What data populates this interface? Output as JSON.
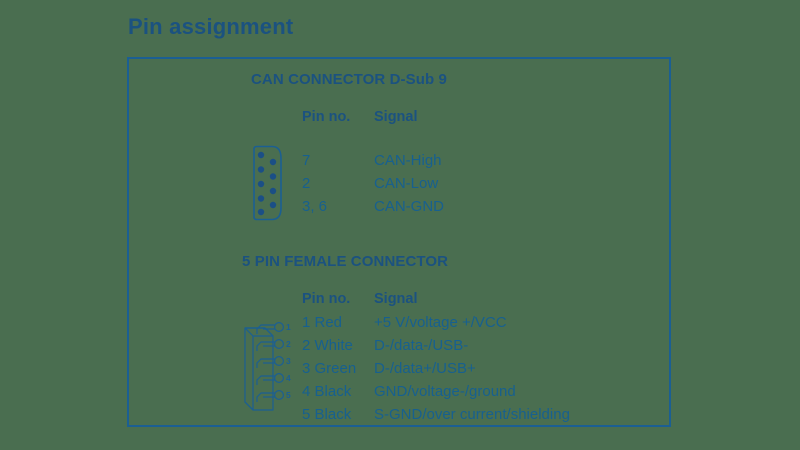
{
  "page": {
    "title": "Pin assignment",
    "accent_color": "#1b5f93",
    "text_color": "#17608f",
    "heading_color": "#1b5280",
    "background_color": "#4a6e50"
  },
  "can_section": {
    "heading": "CAN CONNECTOR D-Sub 9",
    "columns": {
      "pin": "Pin no.",
      "signal": "Signal"
    },
    "connector_icon": "dsub9-connector-icon",
    "rows": [
      {
        "pin": "7",
        "signal": "CAN-High"
      },
      {
        "pin": "2",
        "signal": "CAN-Low"
      },
      {
        "pin": "3, 6",
        "signal": "CAN-GND"
      }
    ]
  },
  "pin5_section": {
    "heading": "5 PIN FEMALE CONNECTOR",
    "columns": {
      "pin": "Pin no.",
      "signal": "Signal"
    },
    "connector_icon": "five-pin-female-connector-icon",
    "pin_labels": [
      "1",
      "2",
      "3",
      "4",
      "5"
    ],
    "rows": [
      {
        "pin": "1 Red",
        "signal": "+5 V/voltage +/VCC"
      },
      {
        "pin": "2 White",
        "signal": "D-/data-/USB-"
      },
      {
        "pin": "3 Green",
        "signal": "D-/data+/USB+"
      },
      {
        "pin": "4 Black",
        "signal": "GND/voltage-/ground"
      },
      {
        "pin": "5 Black",
        "signal": "S-GND/over current/shielding"
      }
    ]
  }
}
